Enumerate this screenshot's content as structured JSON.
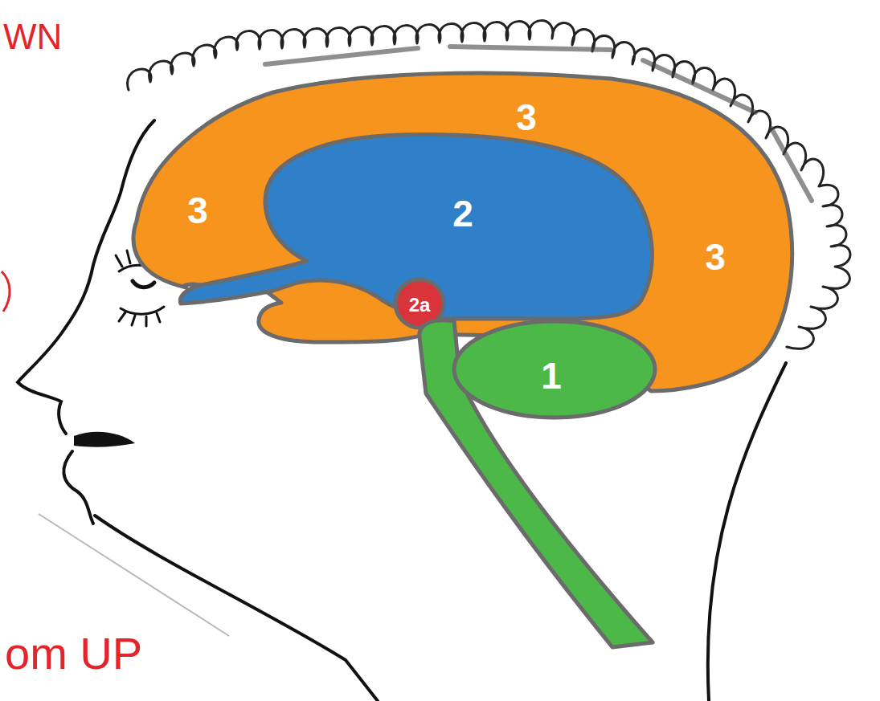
{
  "diagram": {
    "nodes": [
      {
        "text": [
          "3",
          "3",
          "3"
        ]
      },
      {
        "text": [
          "2"
        ]
      },
      {
        "text": [
          "2a"
        ]
      },
      {
        "text": [
          "1"
        ]
      }
    ],
    "labels": [
      "WN",
      "om UP"
    ]
  }
}
